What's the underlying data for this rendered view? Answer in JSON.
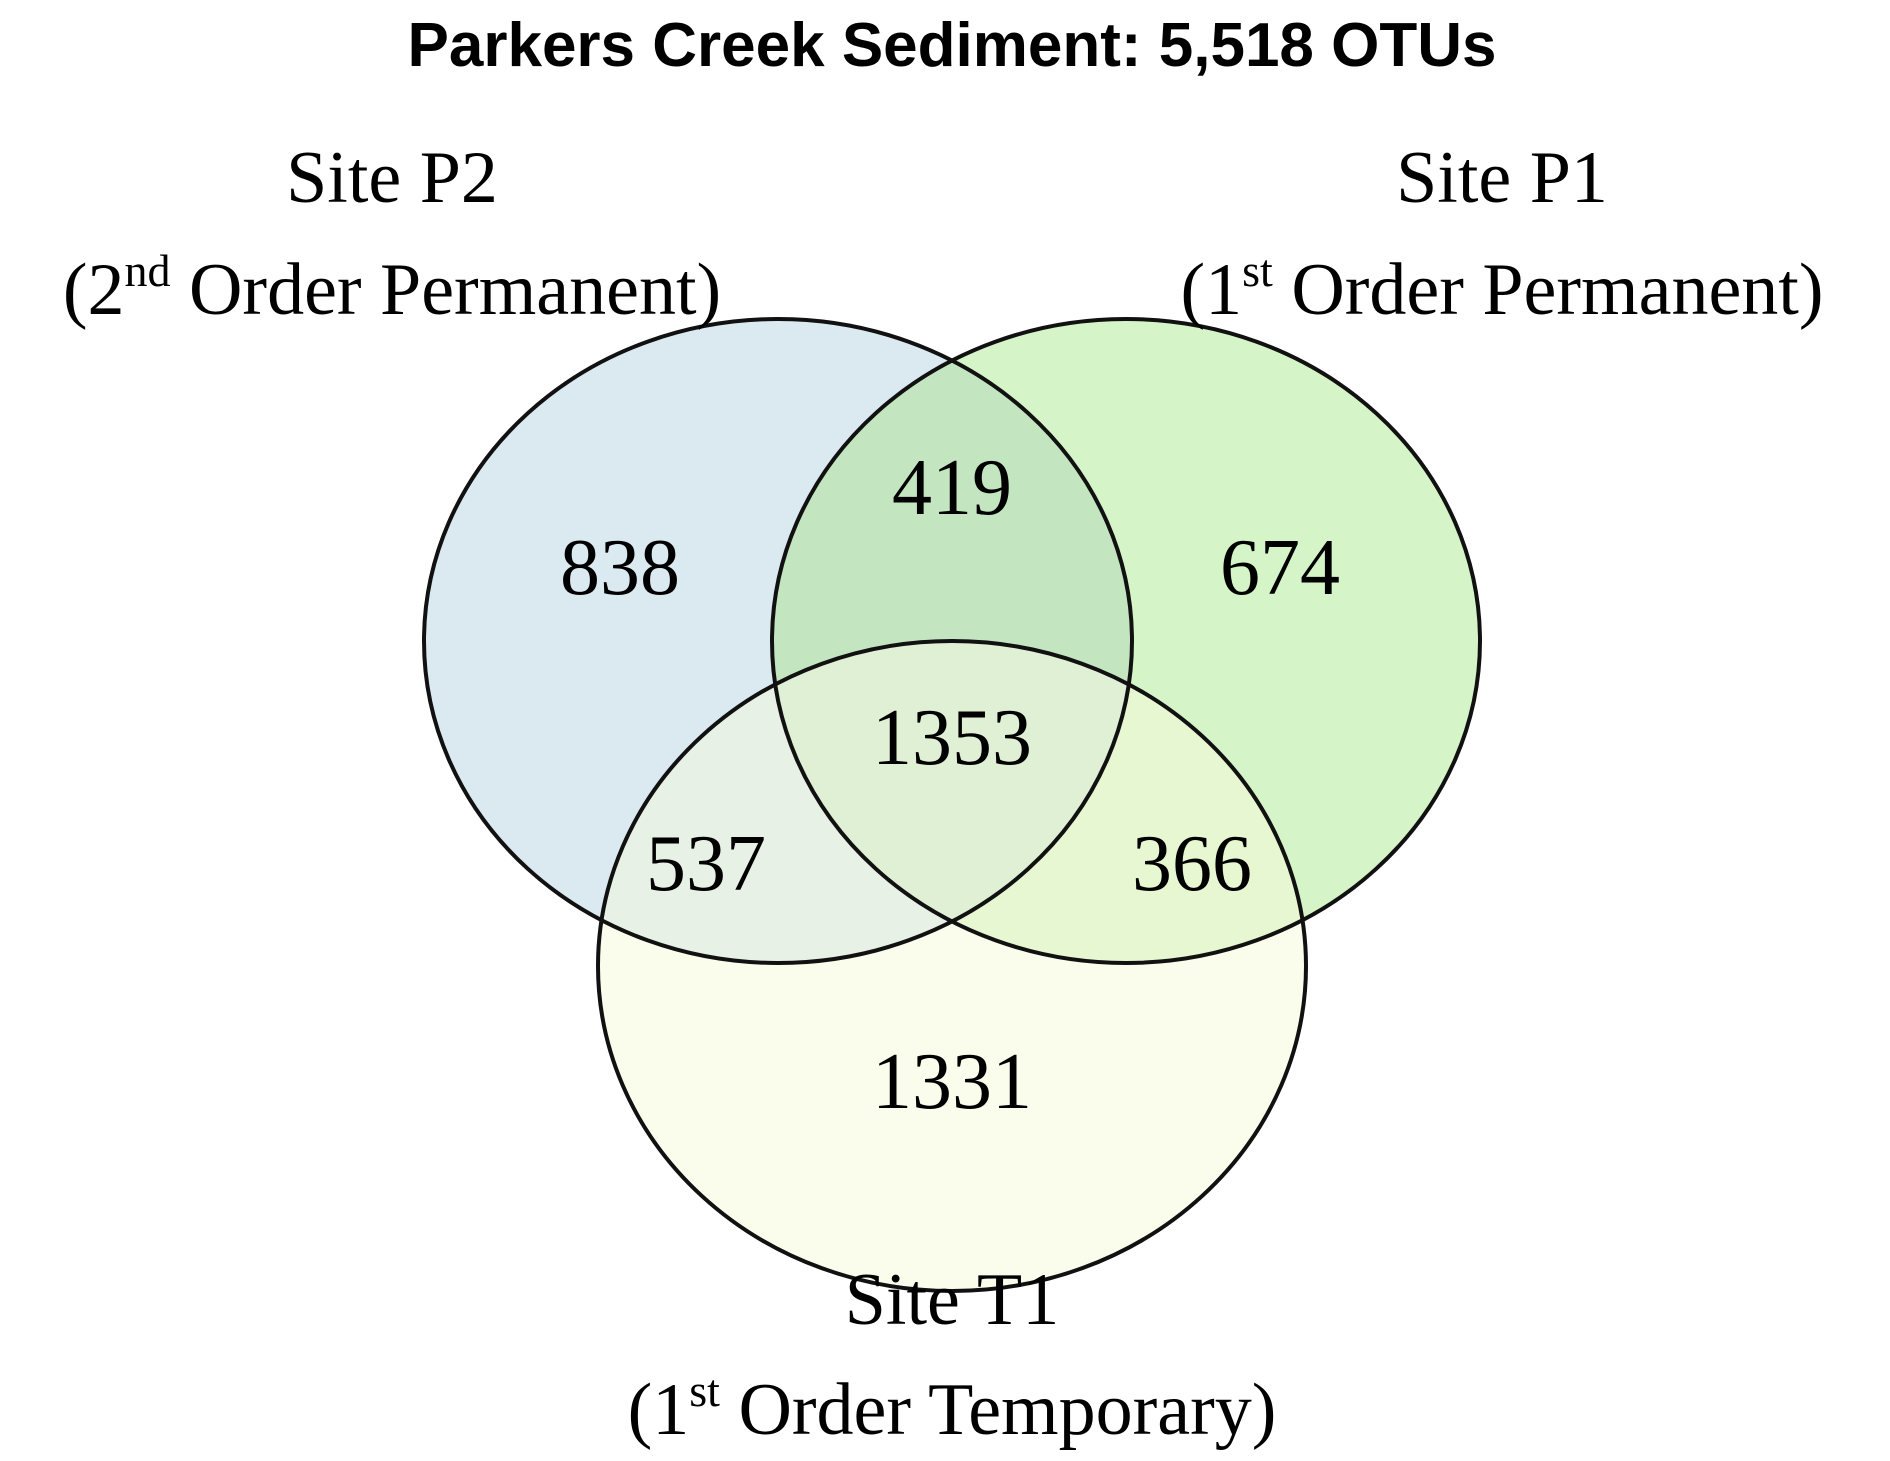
{
  "title": "Parkers Creek Sediment: 5,518 OTUs",
  "sets": [
    {
      "name": "Site P2",
      "desc_pre": "(2",
      "desc_sup": "nd",
      "desc_post": " Order Permanent)",
      "color": "#dbe9f1"
    },
    {
      "name": "Site P1",
      "desc_pre": "(1",
      "desc_sup": "st",
      "desc_post": " Order Permanent)",
      "color": "#d5f4c8"
    },
    {
      "name": "Site T1",
      "desc_pre": "(1",
      "desc_sup": "st",
      "desc_post": " Order Temporary)",
      "color": "#fbfdec"
    }
  ],
  "colors": {
    "p2_p1": "#c3e6c1",
    "p2_t1": "#e7f1e5",
    "p1_t1": "#e6f7d1",
    "all": "#e0f0d4",
    "outline": "#111111"
  },
  "counts": {
    "p2_only": "838",
    "p1_only": "674",
    "t1_only": "1331",
    "p2_p1": "419",
    "p2_t1": "537",
    "p1_t1": "366",
    "all": "1353"
  }
}
